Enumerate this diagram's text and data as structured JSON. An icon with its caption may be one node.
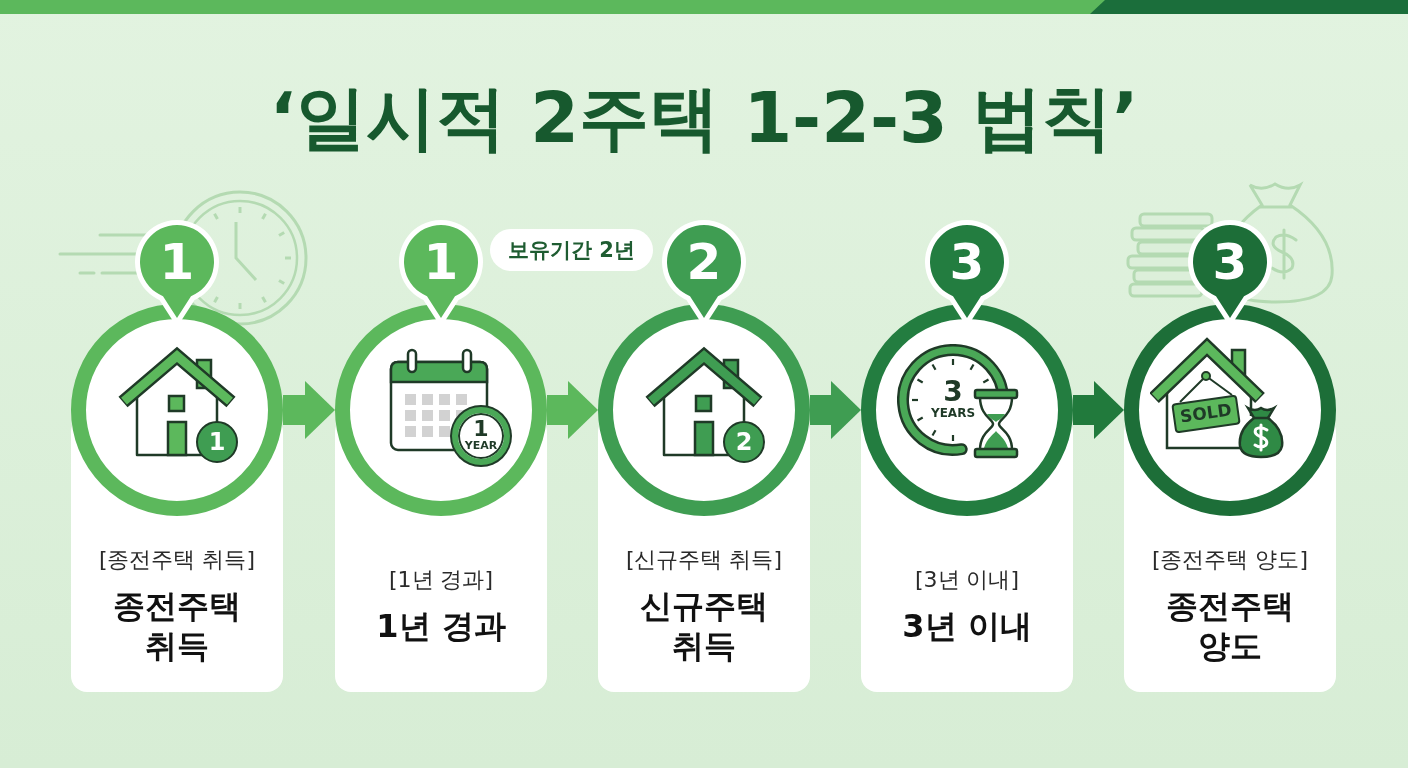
{
  "diagram": {
    "title": "‘일시적 2주택 1-2-3 법칙’",
    "nodes": [
      {
        "text": [
          "1"
        ]
      },
      {
        "text": [
          "[종전주택 취득]",
          "종전주택 취득"
        ]
      },
      {
        "text": [
          "1"
        ]
      },
      {
        "text": [
          "[1년 경과]",
          "1년 경과"
        ]
      },
      {
        "text": [
          "보유기간 2년"
        ]
      },
      {
        "text": [
          "2"
        ]
      },
      {
        "text": [
          "[신규주택 취득]",
          "신규주택 취득"
        ]
      },
      {
        "text": [
          "3"
        ]
      },
      {
        "text": [
          "[3년 이내]",
          "3년 이내"
        ]
      },
      {
        "text": [
          "3"
        ]
      },
      {
        "text": [
          "[종전주택 양도]",
          "종전주택 양도"
        ]
      }
    ],
    "edges": [
      {
        "from": 1,
        "to": 3,
        "arrow": "to"
      },
      {
        "from": 3,
        "to": 6,
        "arrow": "to"
      },
      {
        "from": 6,
        "to": 8,
        "arrow": "to",
        "color": "#3f9d52"
      },
      {
        "from": 8,
        "to": 10,
        "arrow": "to",
        "color": "#217a3c"
      }
    ],
    "labels": [
      "1",
      "1 YEAR",
      "2",
      "3 YEARS",
      "SOLD"
    ]
  }
}
